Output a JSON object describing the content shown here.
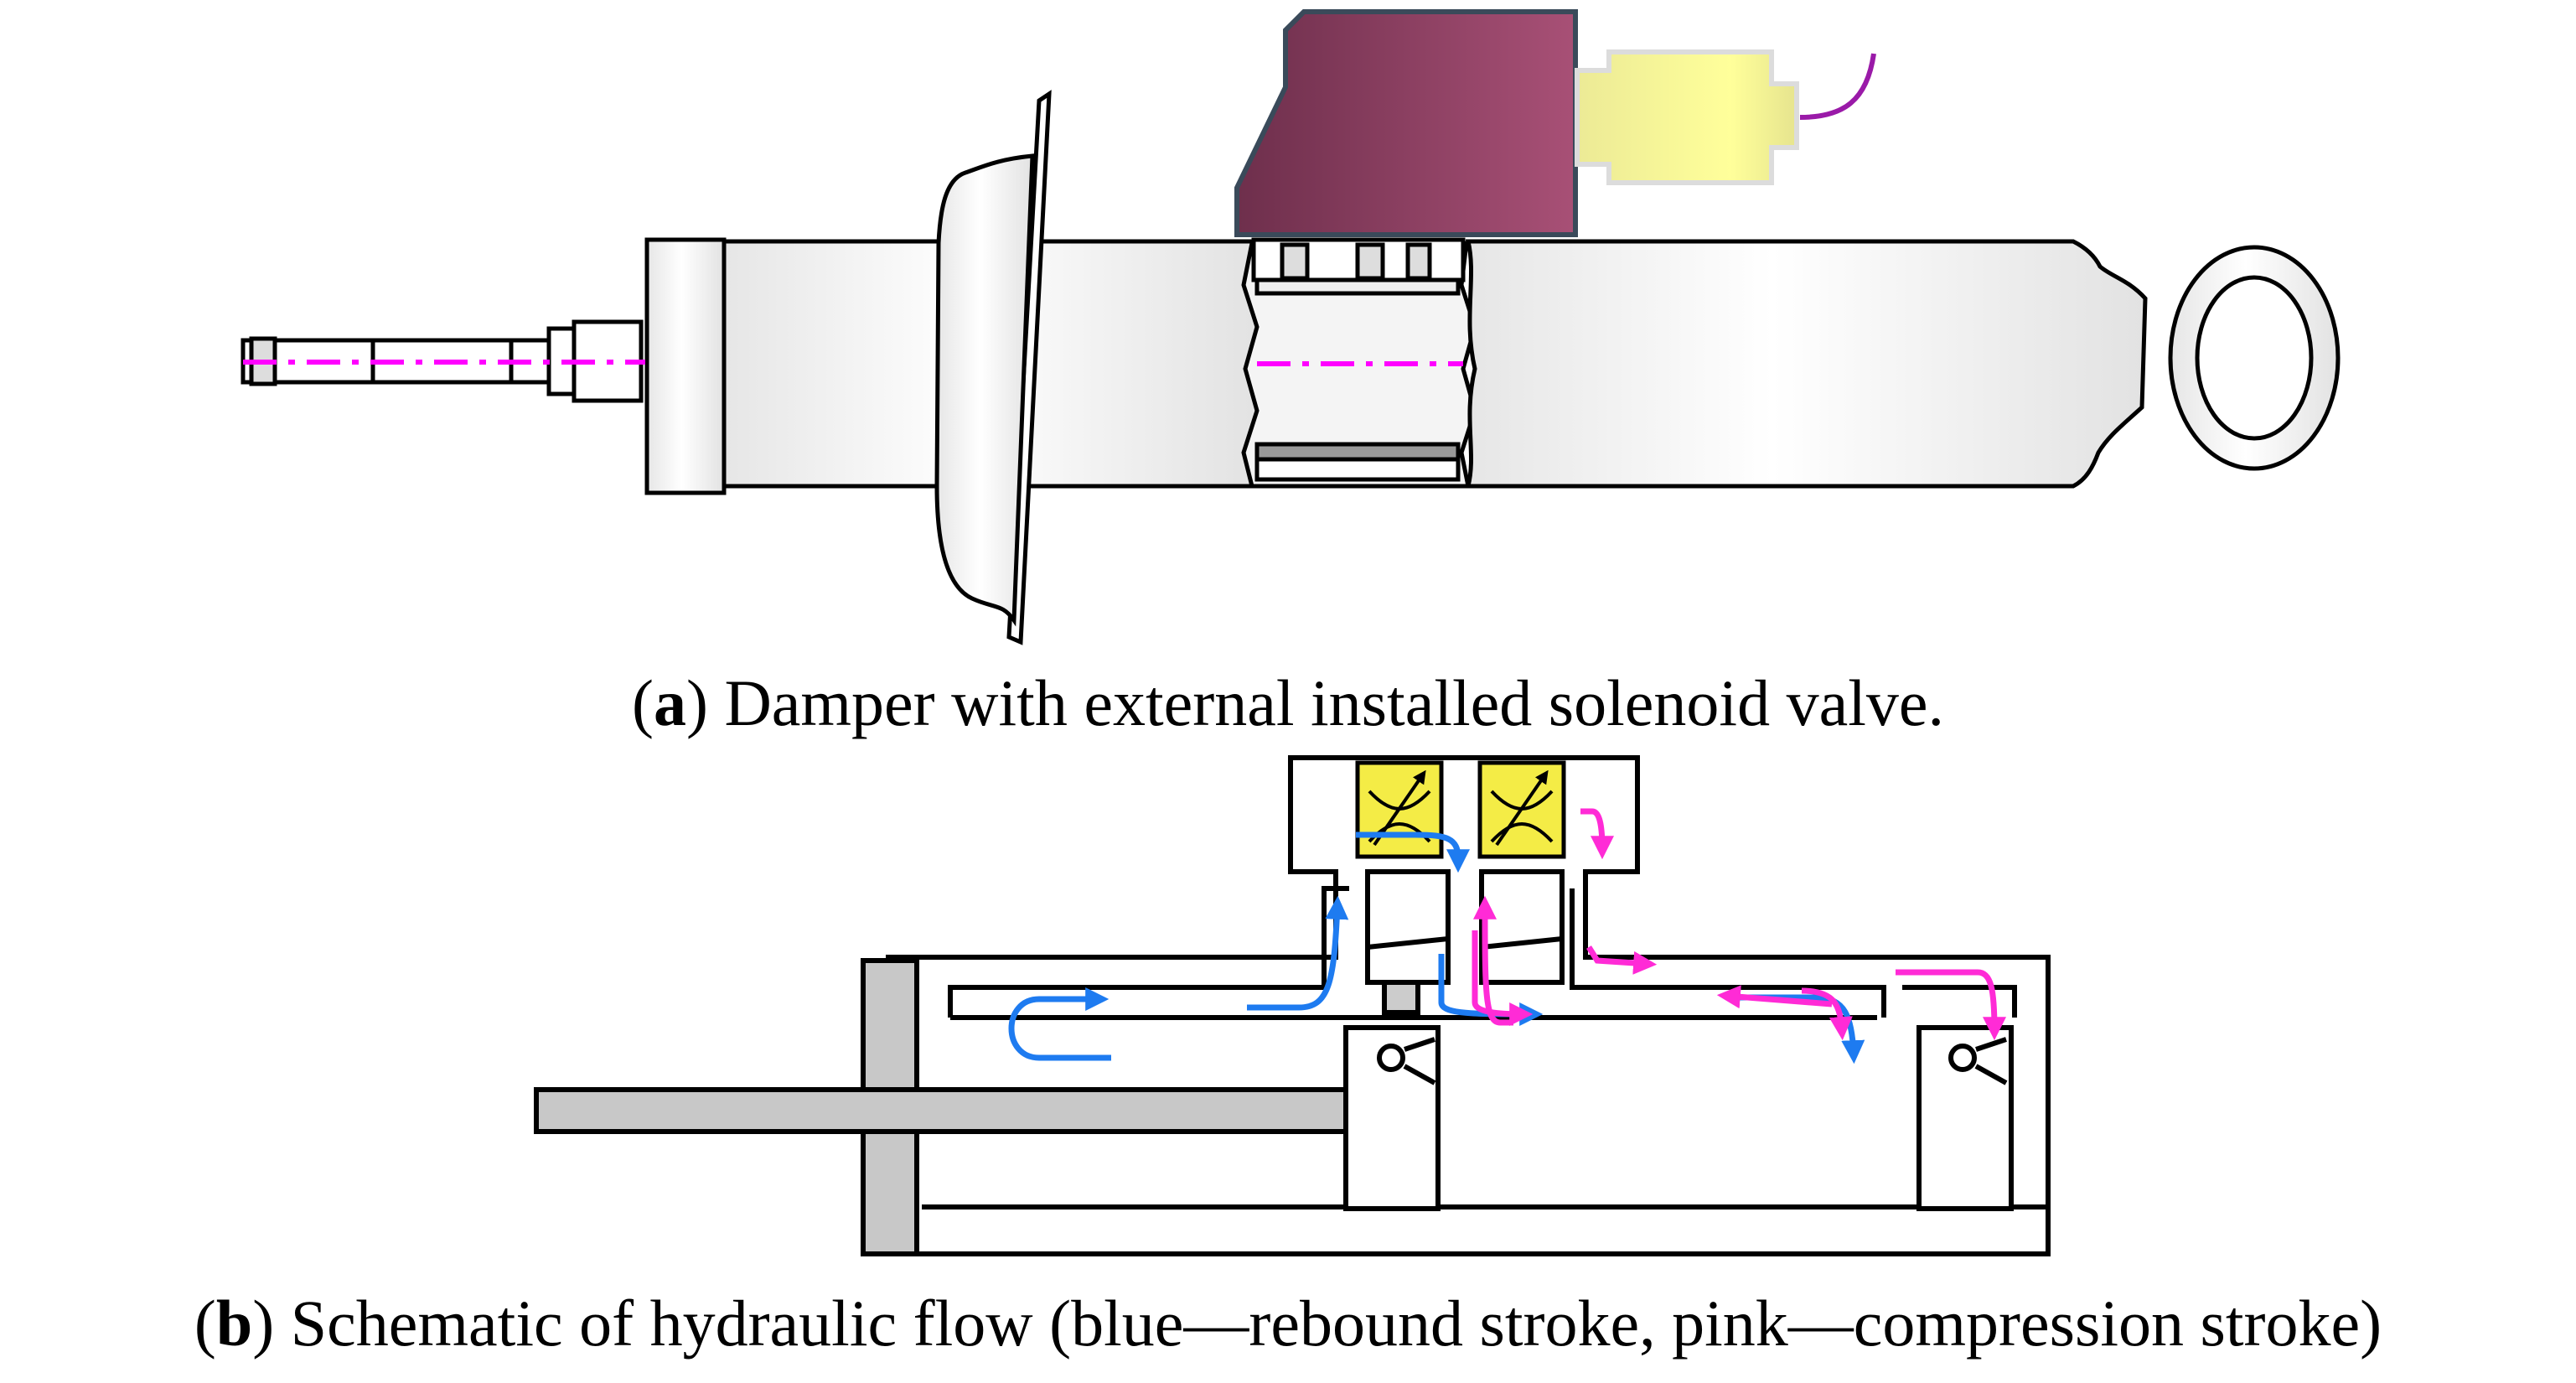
{
  "figure_a": {
    "letter": "a",
    "caption": "Damper with external installed solenoid valve."
  },
  "figure_b": {
    "letter": "b",
    "caption": "Schematic of hydraulic flow (blue—rebound stroke, pink—compression stroke)"
  },
  "colors": {
    "rebound_flow": "#1e7bf0",
    "compression_flow": "#ff2bd6",
    "axis_line": "#ff00ff",
    "solenoid_body": "#a04a70",
    "connector": "#f8f6a0",
    "wire": "#9a1aa8",
    "valve_box": "#f4ec46",
    "rod": "#c8c8c8"
  }
}
